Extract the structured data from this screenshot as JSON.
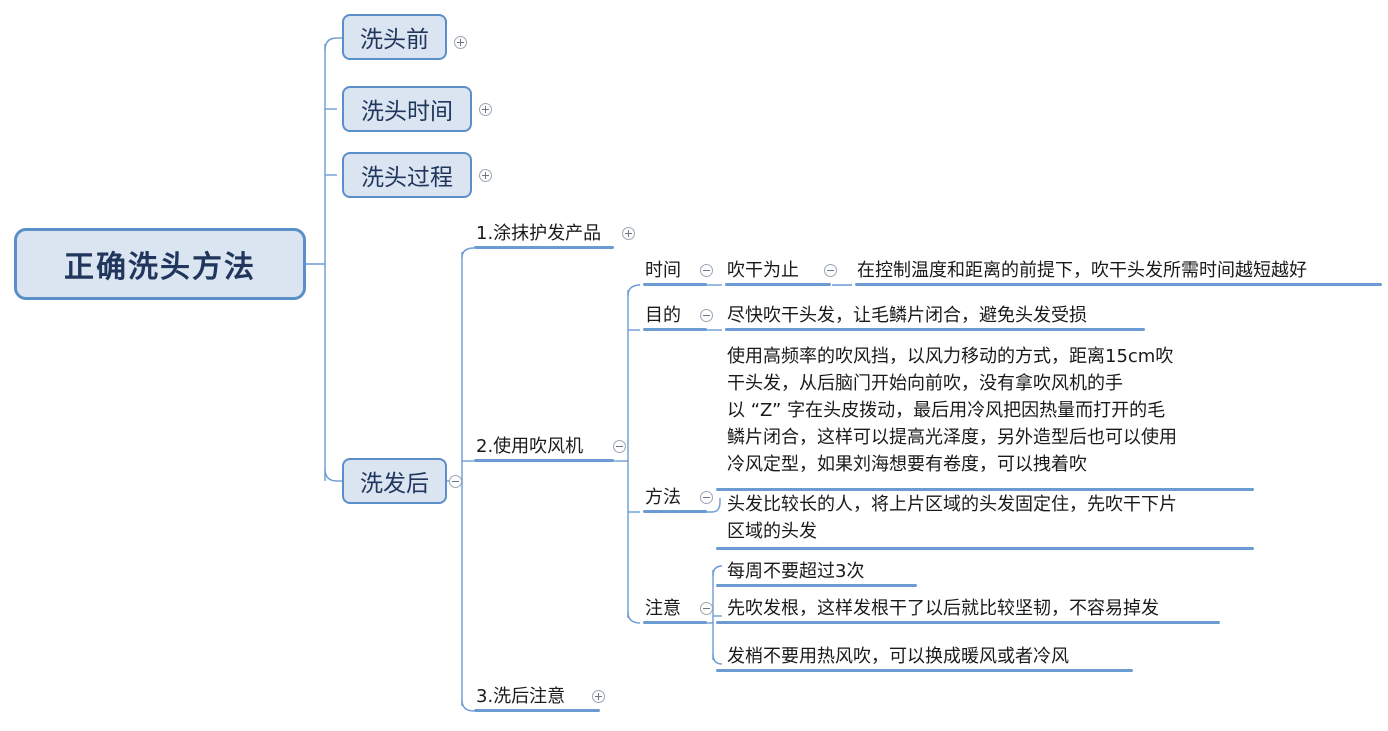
{
  "map": {
    "root": {
      "label": "正确洗头方法"
    },
    "branches": [
      {
        "id": "prewash",
        "label": "洗头前",
        "toggle": "plus"
      },
      {
        "id": "washtime",
        "label": "洗头时间",
        "toggle": "plus"
      },
      {
        "id": "washprocess",
        "label": "洗头过程",
        "toggle": "plus"
      },
      {
        "id": "aftershampoo",
        "label": "洗发后",
        "toggle": "minus"
      }
    ],
    "after_children": [
      {
        "id": "step1",
        "label": "1.涂抹护发产品",
        "toggle": "plus"
      },
      {
        "id": "step2",
        "label": "2.使用吹风机",
        "toggle": "minus"
      },
      {
        "id": "step3",
        "label": "3.洗后注意",
        "toggle": "plus"
      }
    ],
    "dryer_children": [
      {
        "id": "shijian",
        "label": "时间",
        "toggle": "minus"
      },
      {
        "id": "mudi",
        "label": "目的",
        "toggle": "minus"
      },
      {
        "id": "fangfa",
        "label": "方法",
        "toggle": "minus"
      },
      {
        "id": "zhuyi",
        "label": "注意",
        "toggle": "minus"
      }
    ],
    "shijian_value": {
      "label": "吹干为止",
      "toggle": "minus"
    },
    "shijian_detail": {
      "label": "在控制温度和距离的前提下，吹干头发所需时间越短越好"
    },
    "mudi_value": {
      "label": "尽快吹干头发，让毛鳞片闭合，避免头发受损"
    },
    "method_block": {
      "lines": [
        "使用高频率的吹风挡，以风力移动的方式，距离15cm吹",
        "干头发，从后脑门开始向前吹，没有拿吹风机的手",
        "以 “Z” 字在头皮拨动，最后用冷风把因热量而打开的毛",
        "鳞片闭合，这样可以提高光泽度，另外造型后也可以使用",
        "冷风定型，如果刘海想要有卷度，可以拽着吹"
      ]
    },
    "fangfa_value": {
      "lines": [
        "头发比较长的人，将上片区域的头发固定住，先吹干下片",
        "区域的头发"
      ]
    },
    "zhuyi_values": [
      {
        "label": "每周不要超过3次"
      },
      {
        "label": "先吹发根，这样发根干了以后就比较坚韧，不容易掉发"
      },
      {
        "label": "发梢不要用热风吹，可以换成暖风或者冷风"
      }
    ],
    "colors": {
      "node_fill": "#dbe5f1",
      "node_border": "#5b8fc9",
      "root_text": "#21365c",
      "link": "#6b9bd2",
      "text": "#1a1a1a",
      "background": "#ffffff"
    }
  }
}
